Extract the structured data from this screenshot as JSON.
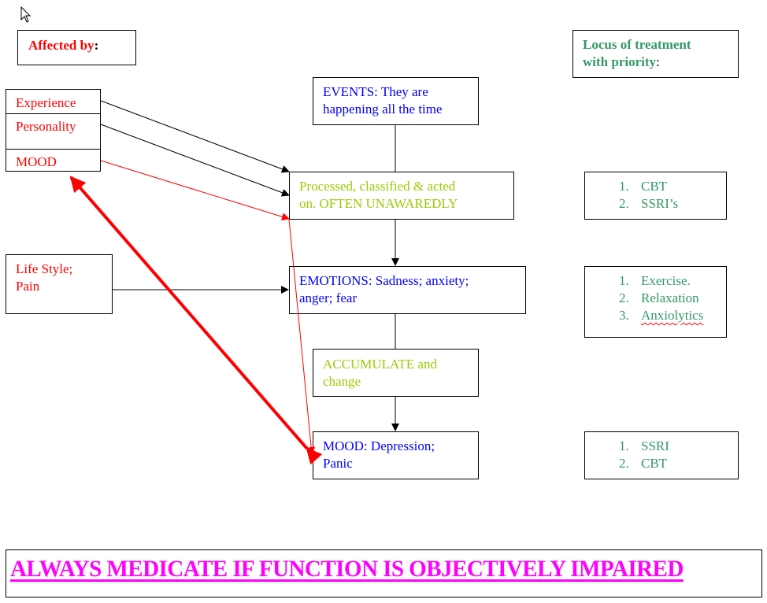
{
  "left_header": {
    "label": "Affected by",
    "suffix": ":"
  },
  "factors_stack": [
    {
      "label": "Experience"
    },
    {
      "label": "Personality"
    },
    {
      "label": "MOOD"
    }
  ],
  "lifestyle": {
    "line1": "Life Style;",
    "line2": "Pain"
  },
  "flow": {
    "events": {
      "line1": "EVENTS: They are",
      "line2": "happening all the time"
    },
    "processed": {
      "line1": "Processed, classified & acted",
      "line2": "on. OFTEN UNAWAREDLY"
    },
    "emotions": {
      "line1": "EMOTIONS: Sadness; anxiety;",
      "line2": "anger; fear"
    },
    "accumulate": {
      "line1": "ACCUMULATE and",
      "line2": "change"
    },
    "mood": {
      "line1": "MOOD: Depression;",
      "line2": "Panic"
    }
  },
  "right_header": {
    "line1": "Locus of treatment",
    "line2": "with priority",
    "suffix": ":"
  },
  "treatments": {
    "processed": [
      {
        "num": "1.",
        "label": "CBT"
      },
      {
        "num": "2.",
        "label": "SSRI’s"
      }
    ],
    "emotions": [
      {
        "num": "1.",
        "label": "Exercise."
      },
      {
        "num": "2.",
        "label": "Relaxation"
      },
      {
        "num": "3.",
        "label": "Anxiolytics"
      }
    ],
    "mood": [
      {
        "num": "1.",
        "label": "SSRI"
      },
      {
        "num": "2.",
        "label": "CBT"
      }
    ]
  },
  "banner": {
    "text": "ALWAYS MEDICATE IF FUNCTION IS OBJECTIVELY IMPAIRED"
  },
  "colors": {
    "factor_red": "#ff0000",
    "flow_blue": "#0000ff",
    "flow_olive": "#99cc00",
    "treatment_green": "#339966",
    "banner_magenta": "#ff00ff"
  }
}
